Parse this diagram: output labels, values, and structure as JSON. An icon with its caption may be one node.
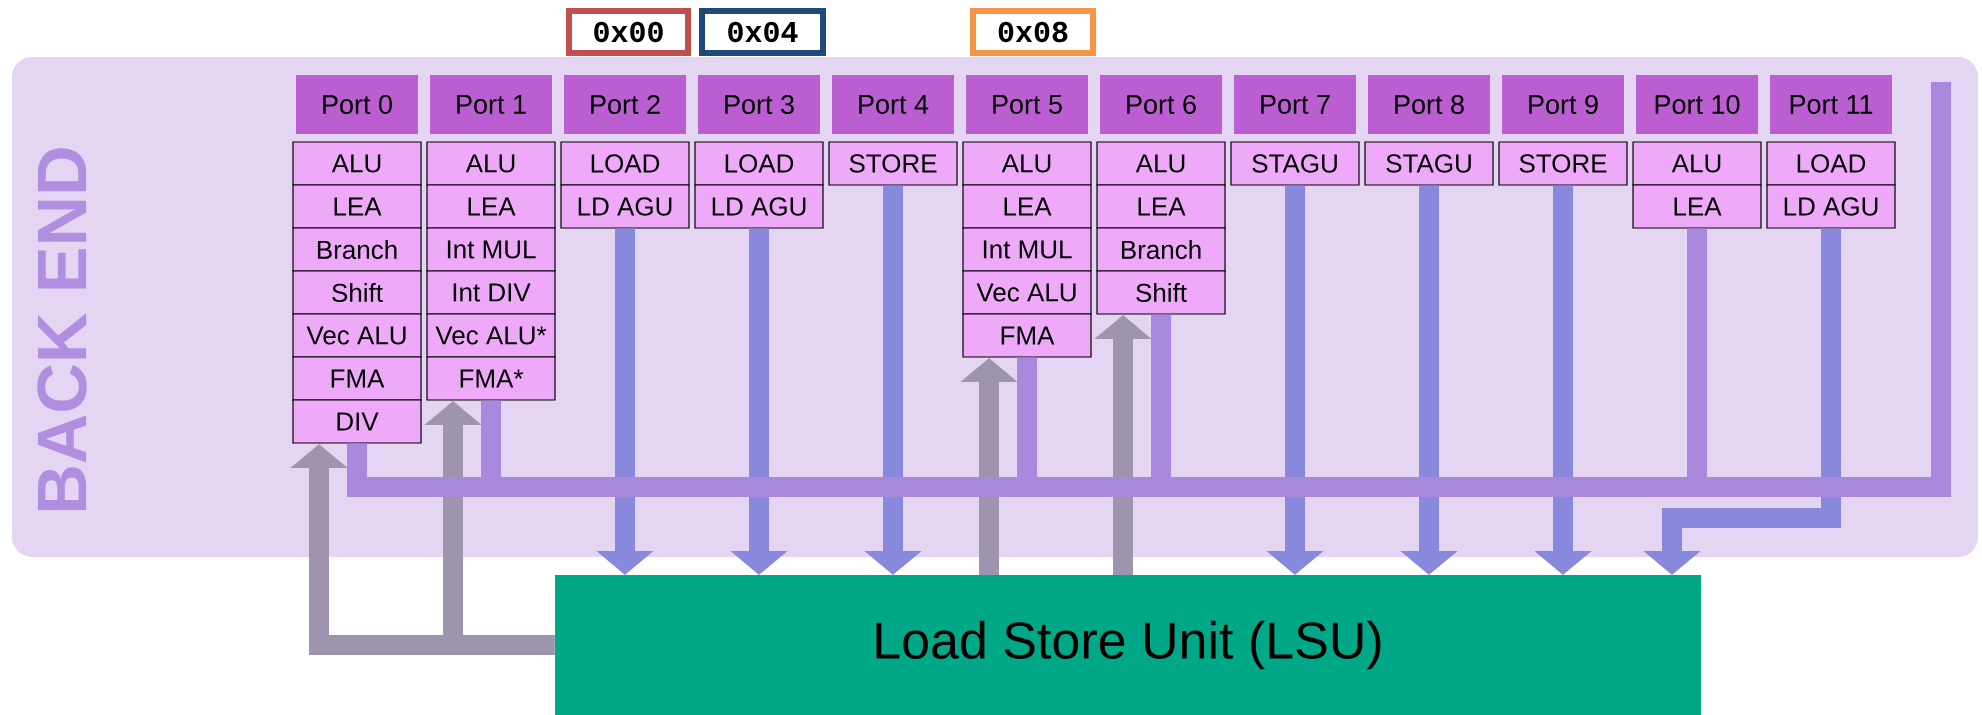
{
  "diagram": {
    "nodes": [
      {
        "text": [
          "0x00"
        ]
      },
      {
        "text": [
          "0x04"
        ]
      },
      {
        "text": [
          "0x08"
        ]
      },
      {
        "text": [
          "BACK END"
        ]
      },
      {
        "text": [
          "Port 0"
        ],
        "in": 3
      },
      {
        "text": [
          "ALU"
        ],
        "in": 3
      },
      {
        "text": [
          "LEA"
        ],
        "in": 3
      },
      {
        "text": [
          "Branch"
        ],
        "in": 3
      },
      {
        "text": [
          "Shift"
        ],
        "in": 3
      },
      {
        "text": [
          "Vec ALU"
        ],
        "in": 3
      },
      {
        "text": [
          "FMA"
        ],
        "in": 3
      },
      {
        "text": [
          "DIV"
        ],
        "in": 3
      },
      {
        "text": [
          "Port 1"
        ],
        "in": 3
      },
      {
        "text": [
          "ALU"
        ],
        "in": 3
      },
      {
        "text": [
          "LEA"
        ],
        "in": 3
      },
      {
        "text": [
          "Int MUL"
        ],
        "in": 3
      },
      {
        "text": [
          "Int DIV"
        ],
        "in": 3
      },
      {
        "text": [
          "Vec ALU*"
        ],
        "in": 3
      },
      {
        "text": [
          "FMA*"
        ],
        "in": 3
      },
      {
        "text": [
          "Port 2"
        ],
        "in": 3
      },
      {
        "text": [
          "LOAD"
        ],
        "in": 3
      },
      {
        "text": [
          "LD AGU"
        ],
        "in": 3
      },
      {
        "text": [
          "Port 3"
        ],
        "in": 3
      },
      {
        "text": [
          "LOAD"
        ],
        "in": 3
      },
      {
        "text": [
          "LD AGU"
        ],
        "in": 3
      },
      {
        "text": [
          "Port 4"
        ],
        "in": 3
      },
      {
        "text": [
          "STORE"
        ],
        "in": 3
      },
      {
        "text": [
          "Port 5"
        ],
        "in": 3
      },
      {
        "text": [
          "ALU"
        ],
        "in": 3
      },
      {
        "text": [
          "LEA"
        ],
        "in": 3
      },
      {
        "text": [
          "Int MUL"
        ],
        "in": 3
      },
      {
        "text": [
          "Vec ALU"
        ],
        "in": 3
      },
      {
        "text": [
          "FMA"
        ],
        "in": 3
      },
      {
        "text": [
          "Port 6"
        ],
        "in": 3
      },
      {
        "text": [
          "ALU"
        ],
        "in": 3
      },
      {
        "text": [
          "LEA"
        ],
        "in": 3
      },
      {
        "text": [
          "Branch"
        ],
        "in": 3
      },
      {
        "text": [
          "Shift"
        ],
        "in": 3
      },
      {
        "text": [
          "Port 7"
        ],
        "in": 3
      },
      {
        "text": [
          "STAGU"
        ],
        "in": 3
      },
      {
        "text": [
          "Port 8"
        ],
        "in": 3
      },
      {
        "text": [
          "STAGU"
        ],
        "in": 3
      },
      {
        "text": [
          "Port 9"
        ],
        "in": 3
      },
      {
        "text": [
          "STORE"
        ],
        "in": 3
      },
      {
        "text": [
          "Port 10"
        ],
        "in": 3
      },
      {
        "text": [
          "ALU"
        ],
        "in": 3
      },
      {
        "text": [
          "LEA"
        ],
        "in": 3
      },
      {
        "text": [
          "Port 11"
        ],
        "in": 3
      },
      {
        "text": [
          "LOAD"
        ],
        "in": 3
      },
      {
        "text": [
          "LD AGU"
        ],
        "in": 3
      },
      {
        "text": [
          "Load Store Unit (LSU)"
        ]
      }
    ],
    "edges": [
      {
        "from": 21,
        "to": 50,
        "arrow": "to"
      },
      {
        "from": 24,
        "to": 50,
        "arrow": "to"
      },
      {
        "from": 26,
        "to": 50,
        "arrow": "to"
      },
      {
        "from": 39,
        "to": 50,
        "arrow": "to"
      },
      {
        "from": 41,
        "to": 50,
        "arrow": "to"
      },
      {
        "from": 43,
        "to": 50,
        "arrow": "to"
      },
      {
        "from": 49,
        "to": 50,
        "arrow": "to"
      },
      {
        "from": 11,
        "to": null,
        "arrow": "none",
        "color": "#a988dd"
      },
      {
        "from": 18,
        "to": null,
        "arrow": "none",
        "color": "#a988dd"
      },
      {
        "from": 32,
        "to": null,
        "arrow": "none",
        "color": "#a988dd"
      },
      {
        "from": 37,
        "to": null,
        "arrow": "none",
        "color": "#a988dd"
      },
      {
        "from": 46,
        "to": null,
        "arrow": "none",
        "color": "#a988dd"
      },
      {
        "from": 50,
        "to": 11,
        "arrow": "to",
        "color": "#9e94ad"
      },
      {
        "from": 50,
        "to": 18,
        "arrow": "to",
        "color": "#9e94ad"
      },
      {
        "from": 50,
        "to": 32,
        "arrow": "to",
        "color": "#9e94ad"
      },
      {
        "from": 50,
        "to": 37,
        "arrow": "to",
        "color": "#9e94ad"
      }
    ]
  }
}
